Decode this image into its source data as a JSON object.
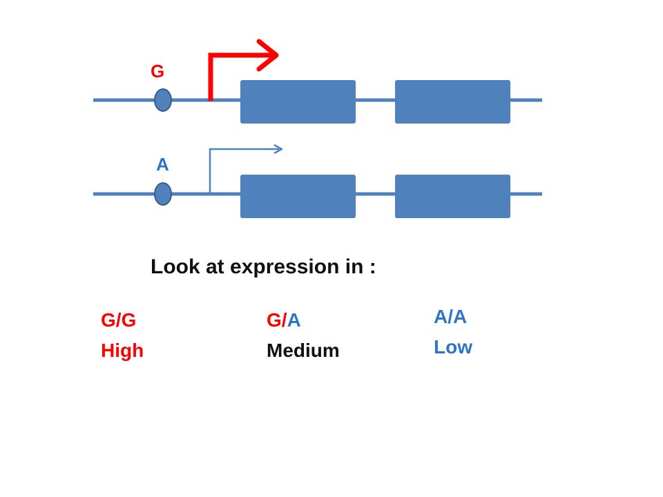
{
  "colors": {
    "red": "#ff0000",
    "blue": "#2e75c8",
    "strand": "#4f81bd",
    "exon": "#4f81bd",
    "snp_fill": "#4f81bd",
    "snp_stroke": "#385d8a",
    "text": "#111111"
  },
  "alleles": {
    "top": "G",
    "bottom": "A"
  },
  "heading": "Look at expression in :",
  "genotypes": [
    {
      "label_first": "G/",
      "label_second": "G",
      "level": "High"
    },
    {
      "label_first": "G/",
      "label_second": "A",
      "level": "Medium"
    },
    {
      "label_first": "A/A",
      "label_second": "",
      "level": "Low"
    }
  ]
}
